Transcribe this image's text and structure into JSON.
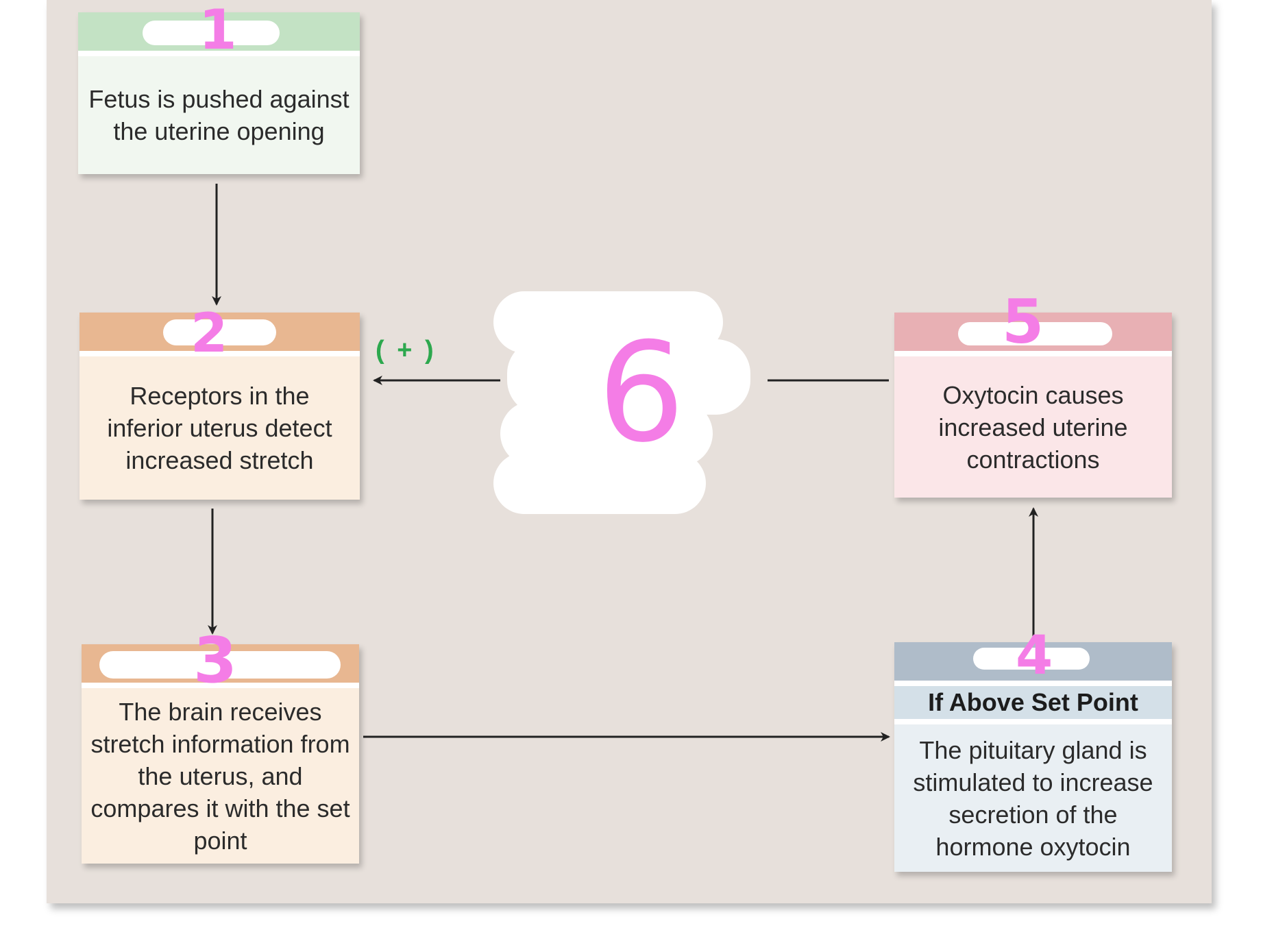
{
  "background": "#e7e0db",
  "boxes": {
    "box1": {
      "number": "1",
      "text": "Fetus is pushed against the uterine opening",
      "header_color": "#c3e2c4",
      "body_color": "#f1f7f0"
    },
    "box2": {
      "number": "2",
      "text": "Receptors in the inferior uterus detect increased stretch",
      "header_color": "#e8b791",
      "body_color": "#fbeee0"
    },
    "box3": {
      "number": "3",
      "text": "The brain receives stretch information from the uterus, and compares it with the set point",
      "header_color": "#e8b791",
      "body_color": "#fbeee0"
    },
    "box4": {
      "number": "4",
      "subheading": "If Above Set Point",
      "text": "The pituitary gland is stimulated to increase secretion of the hormone oxytocin",
      "header_color": "#afbcc9",
      "subheading_color": "#d4e0e8",
      "body_color": "#e9eff3"
    },
    "box5": {
      "number": "5",
      "text": "Oxytocin causes increased uterine contractions",
      "header_color": "#e8b0b4",
      "body_color": "#fbe6e8"
    }
  },
  "center_label": {
    "number": "6"
  },
  "feedback_sign": "( + )",
  "colors": {
    "arrow": "#222222",
    "feedback_sign": "#2da84e",
    "annotation": "#f47de6",
    "redaction": "#ffffff"
  }
}
